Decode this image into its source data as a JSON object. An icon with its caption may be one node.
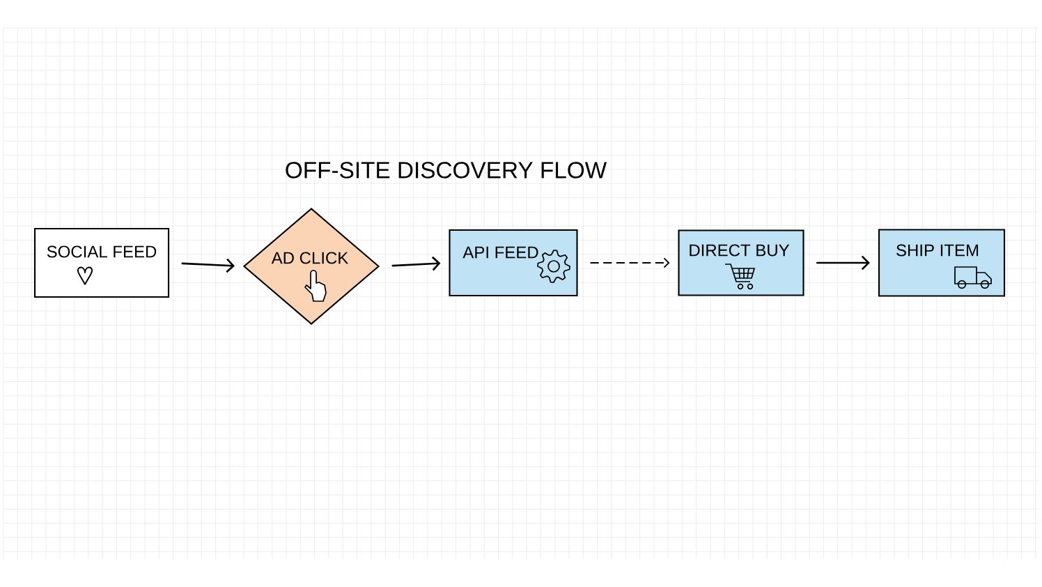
{
  "diagram": {
    "title": "OFF-SITE  DISCOVERY FLOW",
    "nodes": [
      {
        "text": [
          "SOCIAL FEED"
        ]
      },
      {
        "text": [
          "AD CLICK"
        ]
      },
      {
        "text": [
          "API FEED"
        ]
      },
      {
        "text": [
          "DIRECT BUY"
        ]
      },
      {
        "text": [
          "SHIP ITEM"
        ]
      }
    ],
    "edges": [
      {
        "from": 0,
        "to": 1,
        "arrow": "to"
      },
      {
        "from": 1,
        "to": 2,
        "arrow": "to"
      },
      {
        "from": 2,
        "to": 3,
        "arrow": "to",
        "style": "dashed"
      },
      {
        "from": 3,
        "to": 4,
        "arrow": "to"
      }
    ]
  }
}
